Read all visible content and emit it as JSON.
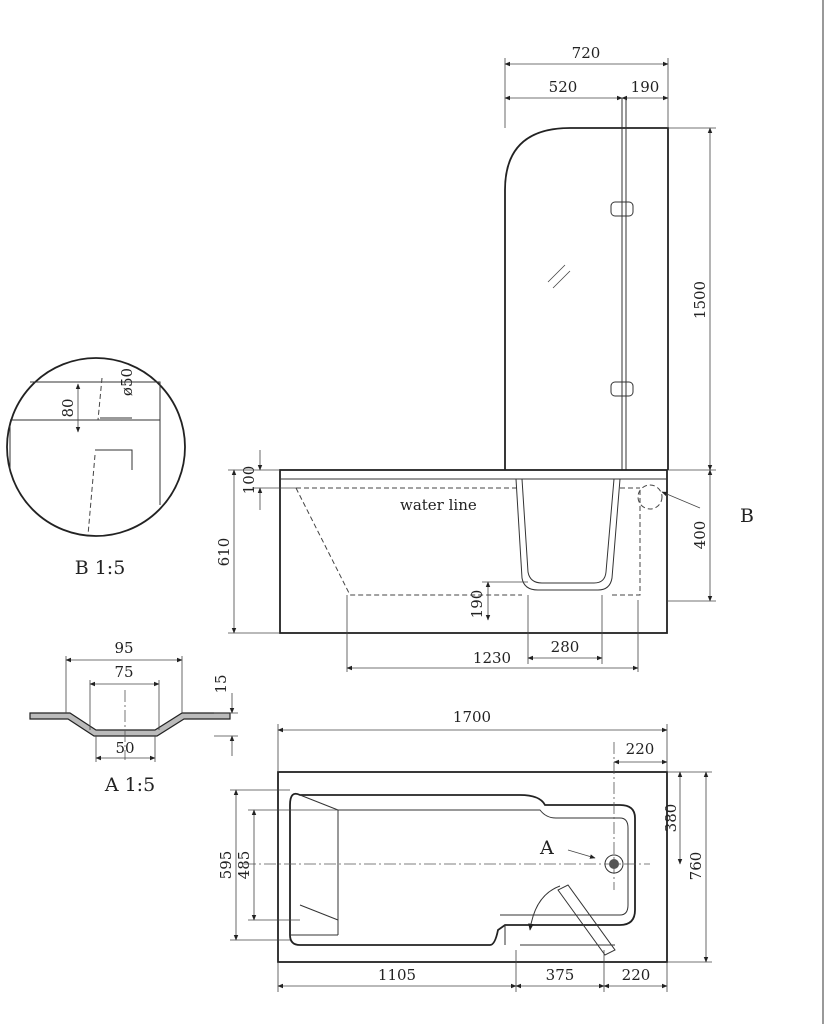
{
  "screen_panel": {
    "dims": {
      "width_total": "720",
      "width_glass": "520",
      "width_return": "190",
      "height": "1500"
    }
  },
  "side_view": {
    "dims": {
      "rim": "100",
      "height": "610",
      "depth": "400",
      "seat": "190",
      "bottom_length": "1230",
      "door_width": "280"
    },
    "water_line": "water line",
    "callout_b": "B"
  },
  "detail_b": {
    "label": "B 1:5",
    "dims": {
      "hole": "ø50",
      "depth": "80"
    }
  },
  "detail_a": {
    "label": "A 1:5",
    "dims": {
      "outer": "95",
      "inner": "75",
      "bottom": "50",
      "depth": "15"
    }
  },
  "plan_view": {
    "dims": {
      "length": "1700",
      "drain_offset": "220",
      "drain_y": "380",
      "width": "760",
      "inner_width": "595",
      "seat_width": "485",
      "seg1": "1105",
      "seg2": "375",
      "seg3": "220"
    },
    "callout_a": "A"
  }
}
